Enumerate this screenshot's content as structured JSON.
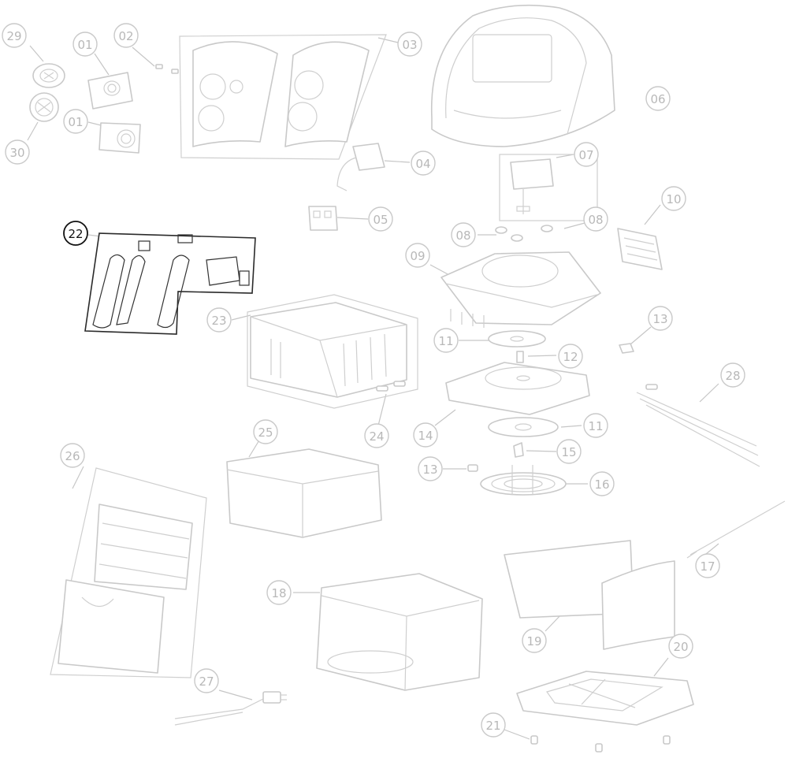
{
  "colors": {
    "line": "#c9c9c9",
    "callout_text": "#b8b8b8",
    "highlight": "#111111",
    "background": "#ffffff"
  },
  "callouts": [
    {
      "id": "c29",
      "label": "29",
      "highlight": false
    },
    {
      "id": "c01a",
      "label": "01",
      "highlight": false
    },
    {
      "id": "c02",
      "label": "02",
      "highlight": false
    },
    {
      "id": "c03",
      "label": "03",
      "highlight": false
    },
    {
      "id": "c01b",
      "label": "01",
      "highlight": false
    },
    {
      "id": "c30",
      "label": "30",
      "highlight": false
    },
    {
      "id": "c06",
      "label": "06",
      "highlight": false
    },
    {
      "id": "c04",
      "label": "04",
      "highlight": false
    },
    {
      "id": "c07",
      "label": "07",
      "highlight": false
    },
    {
      "id": "c22",
      "label": "22",
      "highlight": true
    },
    {
      "id": "c05",
      "label": "05",
      "highlight": false
    },
    {
      "id": "c10",
      "label": "10",
      "highlight": false
    },
    {
      "id": "c08a",
      "label": "08",
      "highlight": false
    },
    {
      "id": "c08b",
      "label": "08",
      "highlight": false
    },
    {
      "id": "c09",
      "label": "09",
      "highlight": false
    },
    {
      "id": "c23",
      "label": "23",
      "highlight": false
    },
    {
      "id": "c13a",
      "label": "13",
      "highlight": false
    },
    {
      "id": "c11a",
      "label": "11",
      "highlight": false
    },
    {
      "id": "c12",
      "label": "12",
      "highlight": false
    },
    {
      "id": "c28",
      "label": "28",
      "highlight": false
    },
    {
      "id": "c24",
      "label": "24",
      "highlight": false
    },
    {
      "id": "c14",
      "label": "14",
      "highlight": false
    },
    {
      "id": "c11b",
      "label": "11",
      "highlight": false
    },
    {
      "id": "c25",
      "label": "25",
      "highlight": false
    },
    {
      "id": "c26",
      "label": "26",
      "highlight": false
    },
    {
      "id": "c15",
      "label": "15",
      "highlight": false
    },
    {
      "id": "c13b",
      "label": "13",
      "highlight": false
    },
    {
      "id": "c16",
      "label": "16",
      "highlight": false
    },
    {
      "id": "c17",
      "label": "17",
      "highlight": false
    },
    {
      "id": "c18",
      "label": "18",
      "highlight": false
    },
    {
      "id": "c19",
      "label": "19",
      "highlight": false
    },
    {
      "id": "c20",
      "label": "20",
      "highlight": false
    },
    {
      "id": "c27",
      "label": "27",
      "highlight": false
    },
    {
      "id": "c21",
      "label": "21",
      "highlight": false
    }
  ]
}
